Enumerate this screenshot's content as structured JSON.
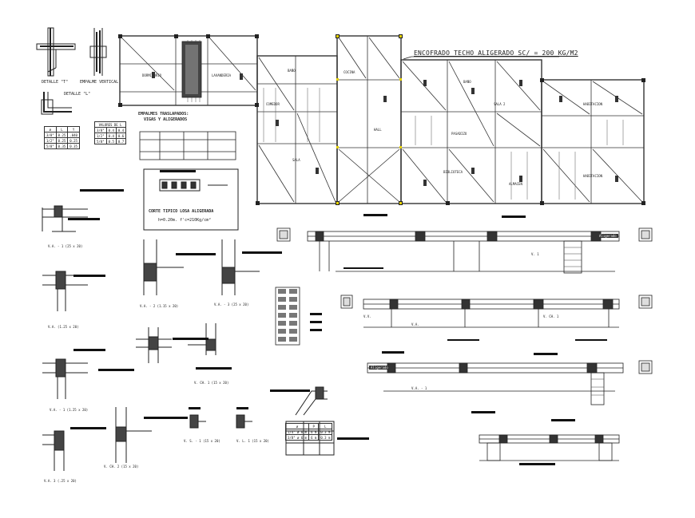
{
  "header": {
    "main_title": "ENCOFRADO TECHO ALIGERADO SC/ = 200 KG/M2"
  },
  "details": {
    "detalle_t": "DETALLE \"T\"",
    "empalme_vertical": "EMPALME VERTICAL",
    "detalle_l": "DETALLE \"L\"",
    "empalmes_title": "EMPALMES TRASLAPADOS:",
    "empalmes_sub": "VIGAS Y ALIGERADOS",
    "corte_title": "CORTE TIPICO LOSA ALIGERADA",
    "corte_sub": "h=0.20m.   f'c=210Kg/cm²"
  },
  "table_bars": {
    "headers": [
      "ø",
      "L",
      "Y"
    ],
    "rows": [
      [
        "3/8\"",
        "0.25",
        ".040"
      ],
      [
        "1/2\"",
        "0.25",
        "0.25"
      ],
      [
        "5/8\"",
        "0.35",
        "0.35"
      ]
    ]
  },
  "table_values": {
    "title": "VALORES DE L",
    "rows": [
      [
        "3/8\"",
        "0.4",
        "0.4"
      ],
      [
        "1/2\"",
        "0.4",
        "0.6"
      ],
      [
        "5/8\"",
        "0.5",
        "0.7"
      ]
    ]
  },
  "table_stairs": {
    "headers": [
      "ø",
      "P",
      "L"
    ],
    "rows": [
      [
        "1/4\" ø 6 m",
        "6 m",
        "0.3 m"
      ],
      [
        "3/8\" ø 6 m",
        "6 m",
        "0.3 m"
      ]
    ]
  },
  "rooms": {
    "dormitorio": "DORMITORIO",
    "lavanderia": "LAVANDERIA",
    "bano": "BAÑO",
    "comedor": "COMEDOR",
    "cocina": "COCINA",
    "sala": "SALA",
    "hall": "HALL",
    "sala2": "SALA 2",
    "habitacion": "HABITACION",
    "habitacion2": "HABITACION",
    "pasadizo": "PASADIZO",
    "biblioteca": "BIBLIOTECA",
    "bano2": "BAÑO",
    "almacen": "ALMACEN"
  },
  "beam_labels": {
    "va1": "V.A. - 1 (25 x 20)",
    "va2": "V.A. (1.25 x 20)",
    "va3": "V.A. - 1 (1.25 x 20)",
    "va4": "V.A. - 2 (1.15 x 20)",
    "va5": "V.A. - 3 (25 x 20)",
    "ch1": "V. CH. 1 (15 x 20)",
    "ch2": "V. CH. 2 (15 x 20)",
    "vs1": "V. S. - 1 (15 x 20)",
    "va6": "V.A. 3 (.25 x 20)",
    "vl1": "V. L. 1 (15 x 20)",
    "aligerado1": "Aligerado",
    "aligerado2": "Aligerado",
    "v1": "V. 1",
    "vv": "V.V.",
    "va": "V.A.",
    "vch1": "V. CH. 1",
    "va_1": "V.A. - 1"
  }
}
